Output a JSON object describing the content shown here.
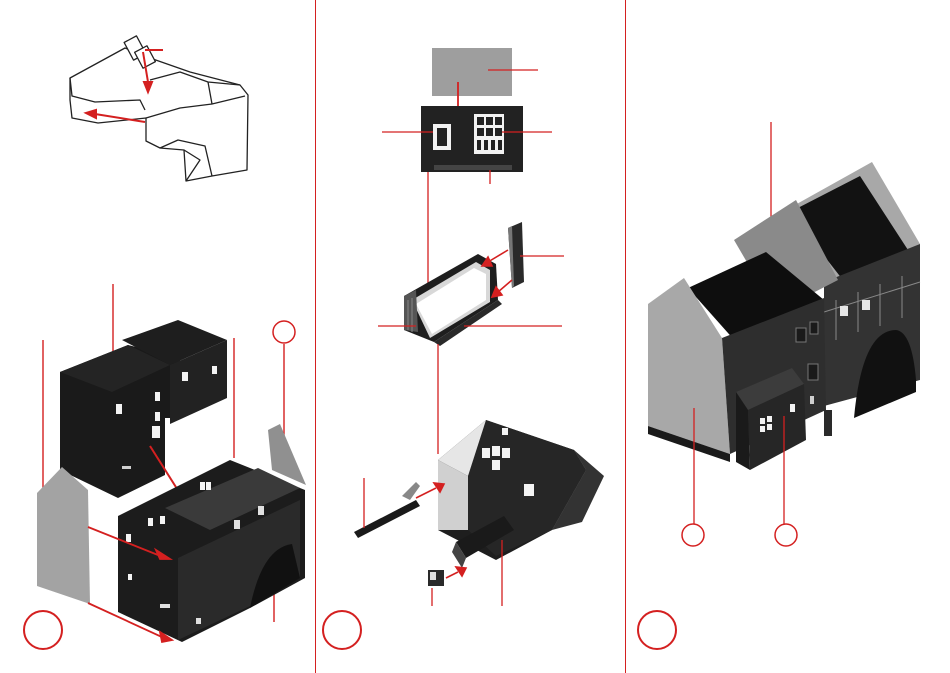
{
  "colors": {
    "callout": "#d42020",
    "part_dark": "#2a2a2a",
    "part_black": "#141414",
    "part_grey": "#9e9e9e",
    "part_light": "#c4c4c4",
    "background": "#ffffff"
  },
  "panels": [
    {
      "id": "step-left",
      "parts": [
        "roof-frame-sketch",
        "upper-storey-block",
        "lower-storey-shell",
        "gable-wall-left",
        "gable-wall-right"
      ]
    },
    {
      "id": "step-middle",
      "parts": [
        "grey-plate",
        "window-panel",
        "light-box-frame",
        "side-insert",
        "base-floor",
        "chimney-strip",
        "small-lamp"
      ]
    },
    {
      "id": "step-right",
      "parts": [
        "assembled-house"
      ]
    }
  ]
}
